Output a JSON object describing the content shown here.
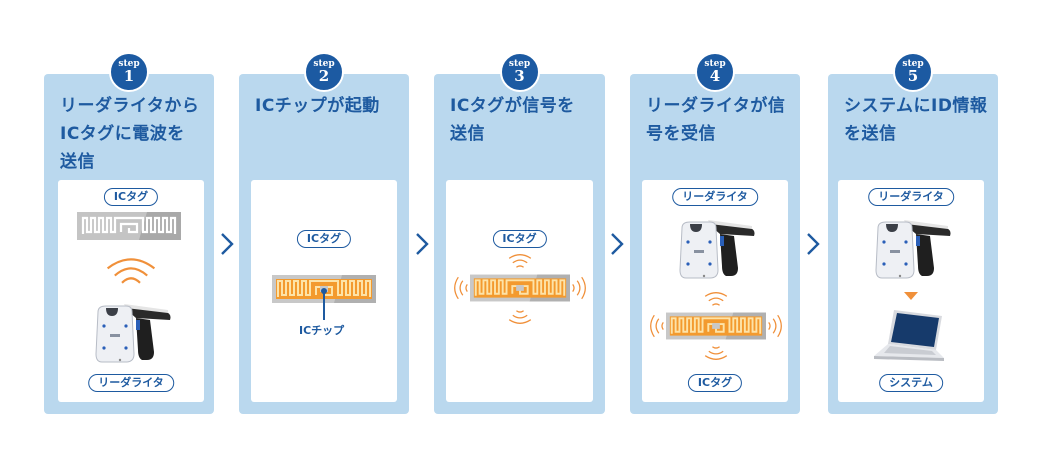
{
  "steps": [
    {
      "step_label": "step",
      "number": "1",
      "title_lines": [
        "リーダライタから",
        "ICタグに電波を",
        "送信"
      ],
      "pill_top": "ICタグ",
      "pill_bottom": "リーダライタ"
    },
    {
      "step_label": "step",
      "number": "2",
      "title_lines": [
        "ICチップが起動"
      ],
      "pill_top": "ICタグ",
      "chip_label": "ICチップ"
    },
    {
      "step_label": "step",
      "number": "3",
      "title_lines": [
        "ICタグが信号を",
        "送信"
      ],
      "pill_top": "ICタグ"
    },
    {
      "step_label": "step",
      "number": "4",
      "title_lines": [
        "リーダライタが信",
        "号を受信"
      ],
      "pill_top": "リーダライタ",
      "pill_bottom": "ICタグ"
    },
    {
      "step_label": "step",
      "number": "5",
      "title_lines": [
        "システムにID情報",
        "を送信"
      ],
      "pill_top": "リーダライタ",
      "pill_bottom": "システム"
    }
  ],
  "colors": {
    "card_bg": "#bad8ee",
    "brand_blue": "#1e5aa0",
    "badge_blue": "#1c5aa2",
    "signal_orange": "#f0903a",
    "tag_gray": "#b5b5b5"
  },
  "icons": {
    "arrow": "chevron-right-icon",
    "wave": "radio-wave-icon",
    "reader": "handheld-rfid-reader-icon",
    "tag": "rfid-tag-icon",
    "laptop": "laptop-icon",
    "down_arrow": "triangle-down-icon"
  }
}
